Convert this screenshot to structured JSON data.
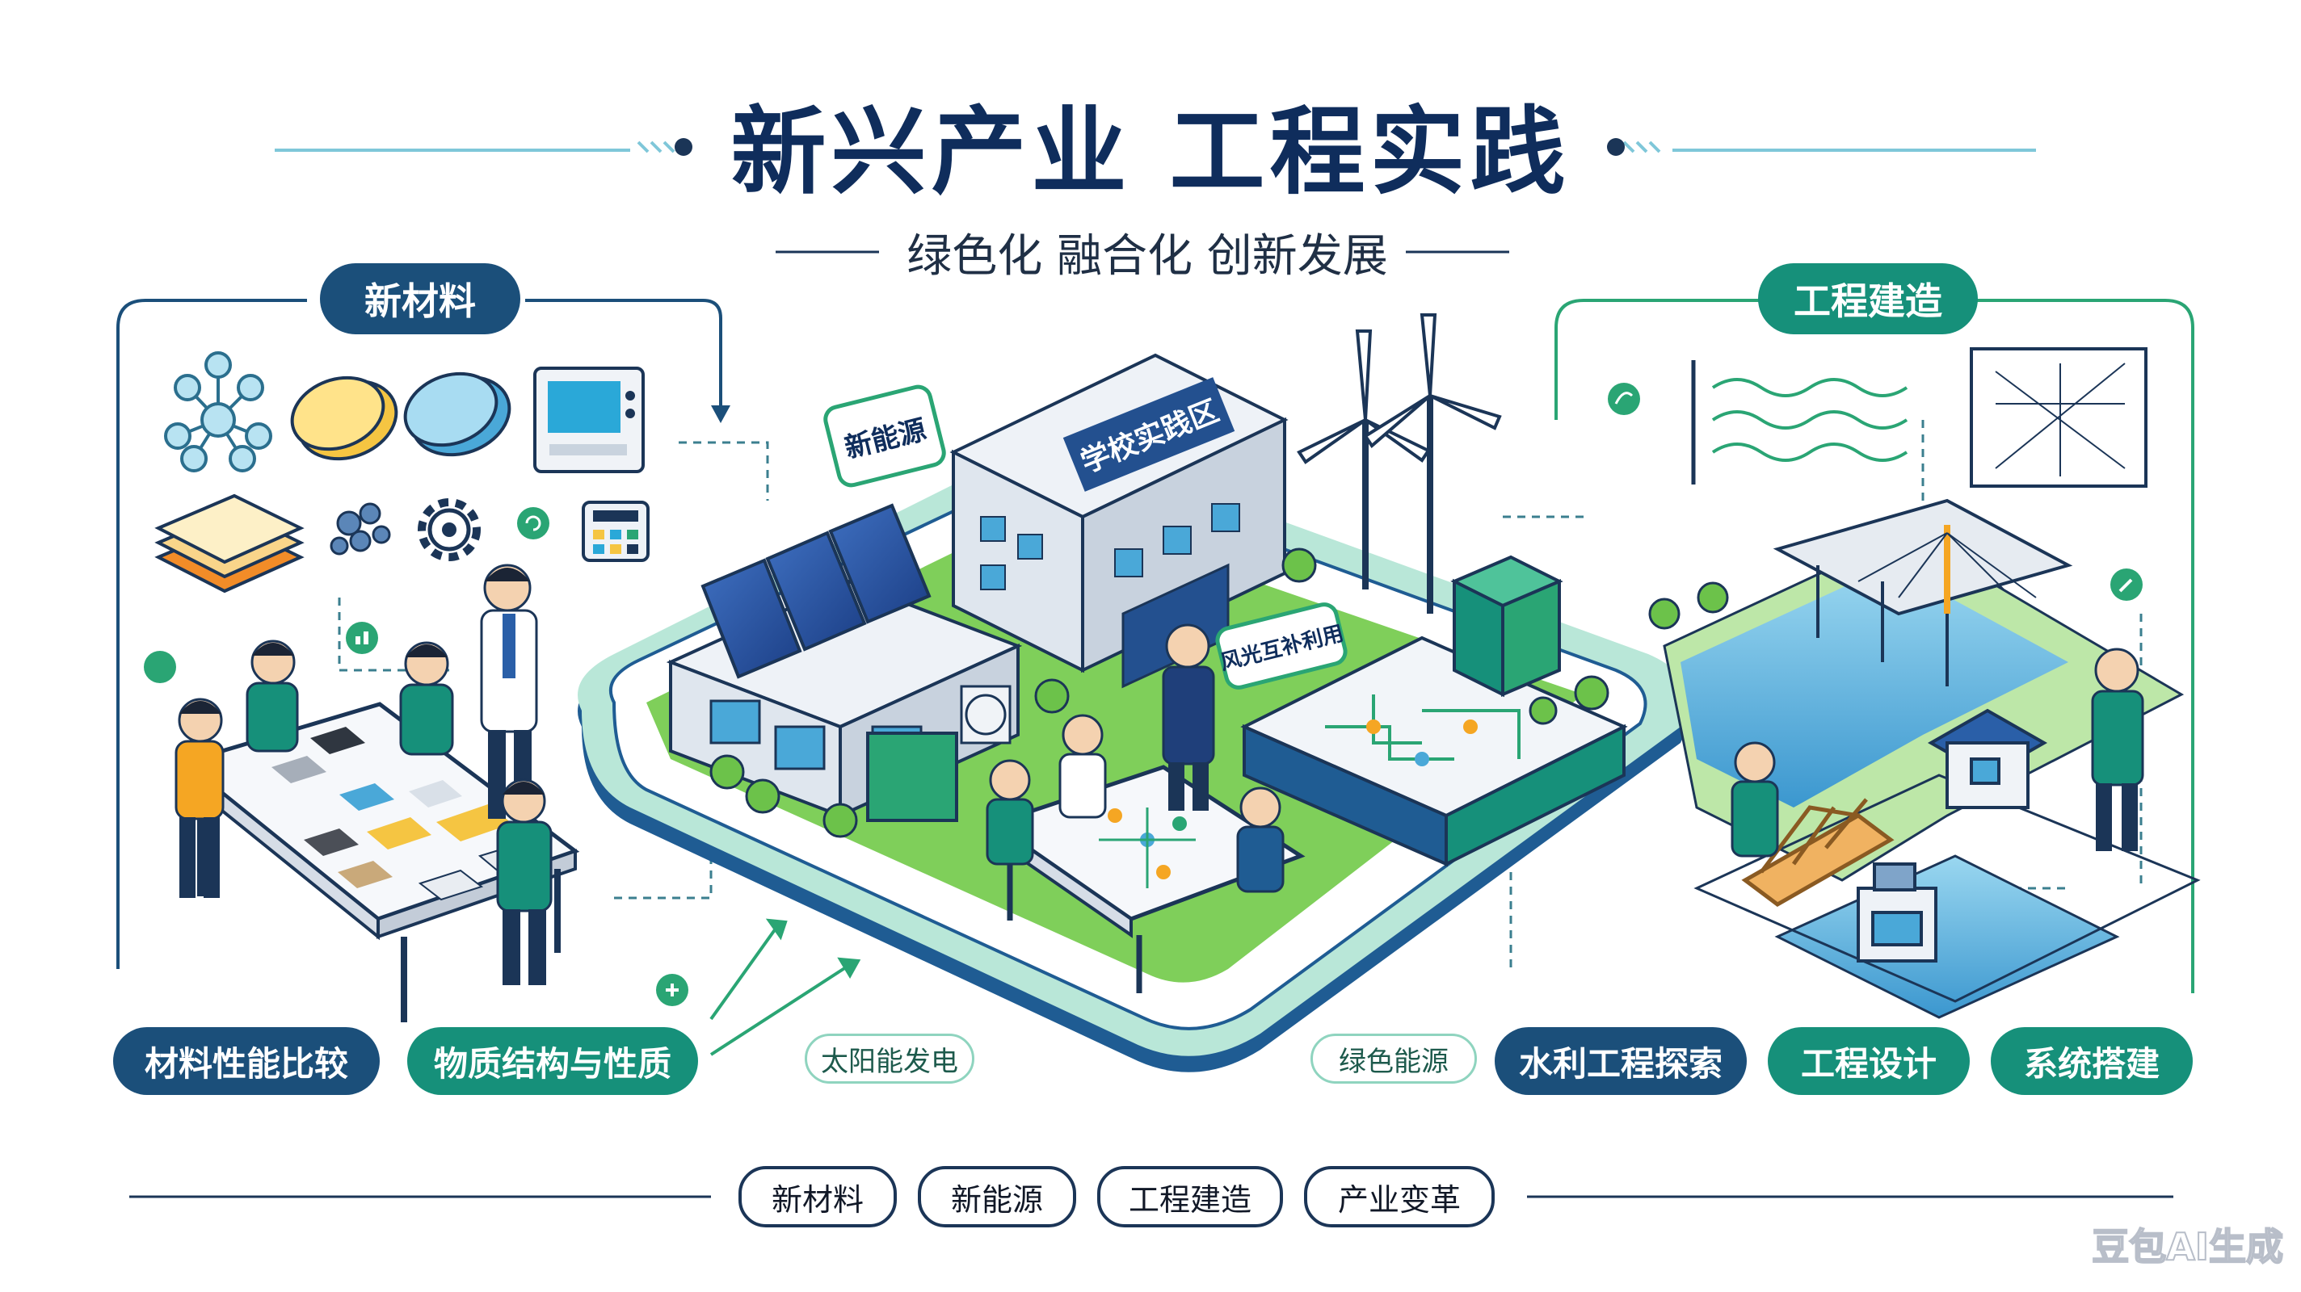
{
  "header": {
    "title": "新兴产业 工程实践",
    "subtitle": "绿色化 融合化 创新发展"
  },
  "sections": {
    "materials": "新材料",
    "construction": "工程建造"
  },
  "scene": {
    "energy_bubble": "新能源",
    "school_sign": "学校实践区",
    "wind_solar_bubble": "风光互补利用"
  },
  "bottom_labels": [
    "材料性能比较",
    "物质结构与性质",
    "水利工程探索",
    "工程设计",
    "系统搭建"
  ],
  "small_labels": [
    "太阳能发电",
    "绿色能源"
  ],
  "tags": [
    "新材料",
    "新能源",
    "工程建造",
    "产业变革"
  ],
  "watermark": "豆包AI生成",
  "colors": {
    "navy": "#1b3557",
    "teal": "#16907a",
    "green": "#6cc24a",
    "water": "#4aa8d8"
  }
}
